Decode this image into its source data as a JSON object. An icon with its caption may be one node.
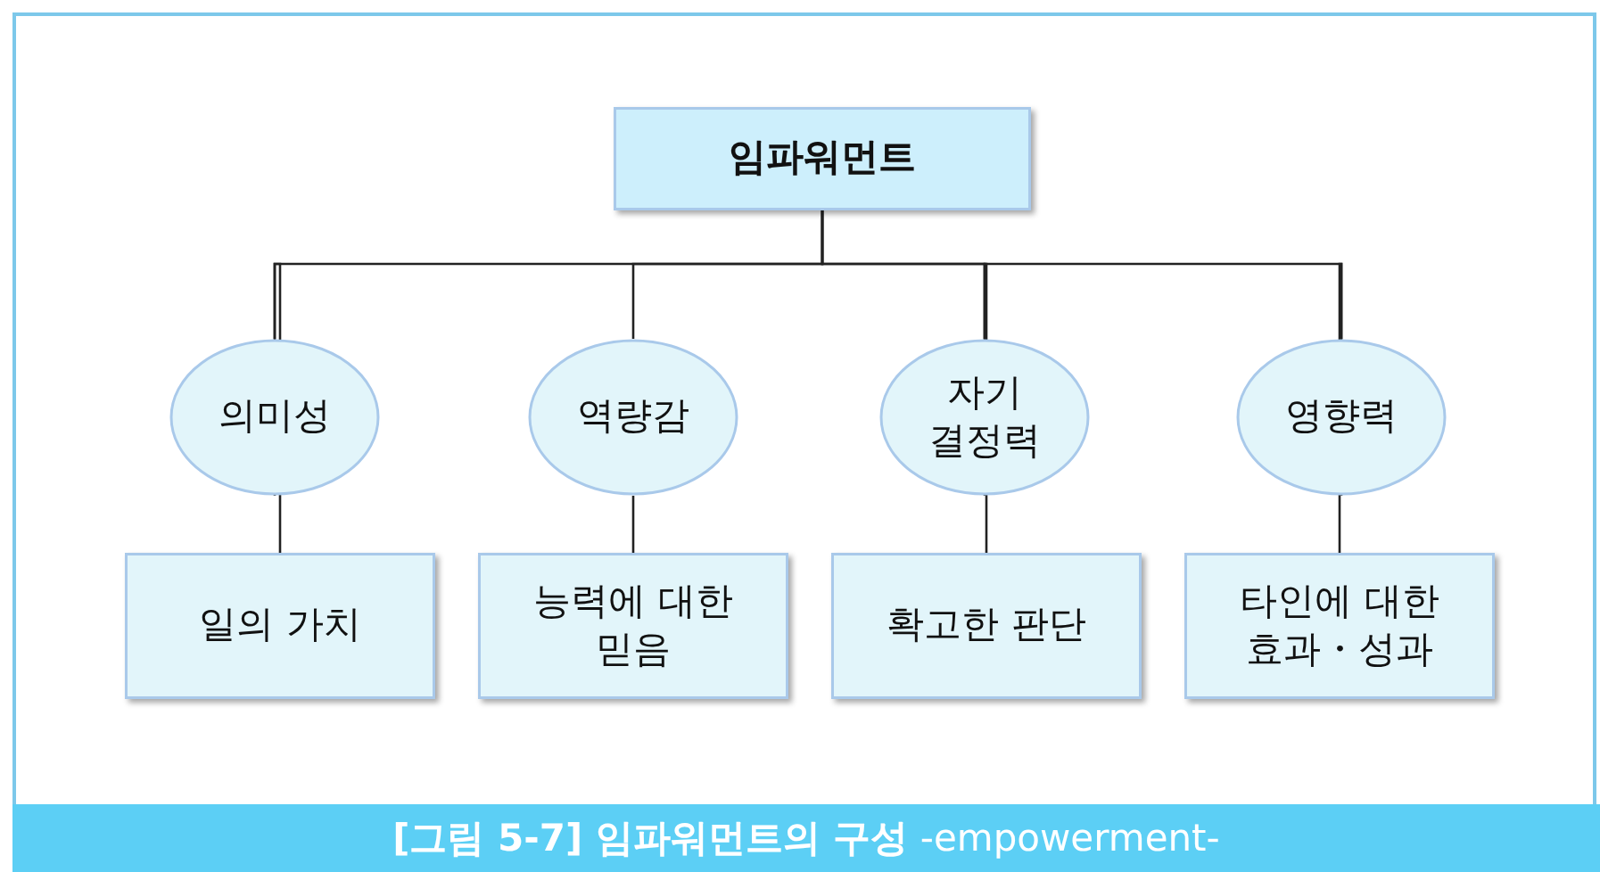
{
  "diagram": {
    "caption": "**[그림 5-7] 임파워먼트의 구성** -empowerment-",
    "nodes": [
      {
        "text": [
          "임파워먼트"
        ]
      },
      {
        "text": [
          "의미성"
        ]
      },
      {
        "text": [
          "역량감"
        ]
      },
      {
        "text": [
          "자기 결정력"
        ]
      },
      {
        "text": [
          "영향력"
        ]
      },
      {
        "text": [
          "일의 가치"
        ]
      },
      {
        "text": [
          "능력에 대한 믿음"
        ]
      },
      {
        "text": [
          "확고한 판단"
        ]
      },
      {
        "text": [
          "타인에 대한 효과・성과"
        ]
      }
    ],
    "edges": [
      {
        "from": 0,
        "to": 1,
        "arrow": "none"
      },
      {
        "from": 0,
        "to": 2,
        "arrow": "none"
      },
      {
        "from": 0,
        "to": 3,
        "arrow": "none"
      },
      {
        "from": 0,
        "to": 4,
        "arrow": "none"
      },
      {
        "from": 1,
        "to": 5,
        "arrow": "none"
      },
      {
        "from": 2,
        "to": 6,
        "arrow": "none"
      },
      {
        "from": 3,
        "to": 7,
        "arrow": "none"
      },
      {
        "from": 4,
        "to": 8,
        "arrow": "none"
      }
    ]
  }
}
